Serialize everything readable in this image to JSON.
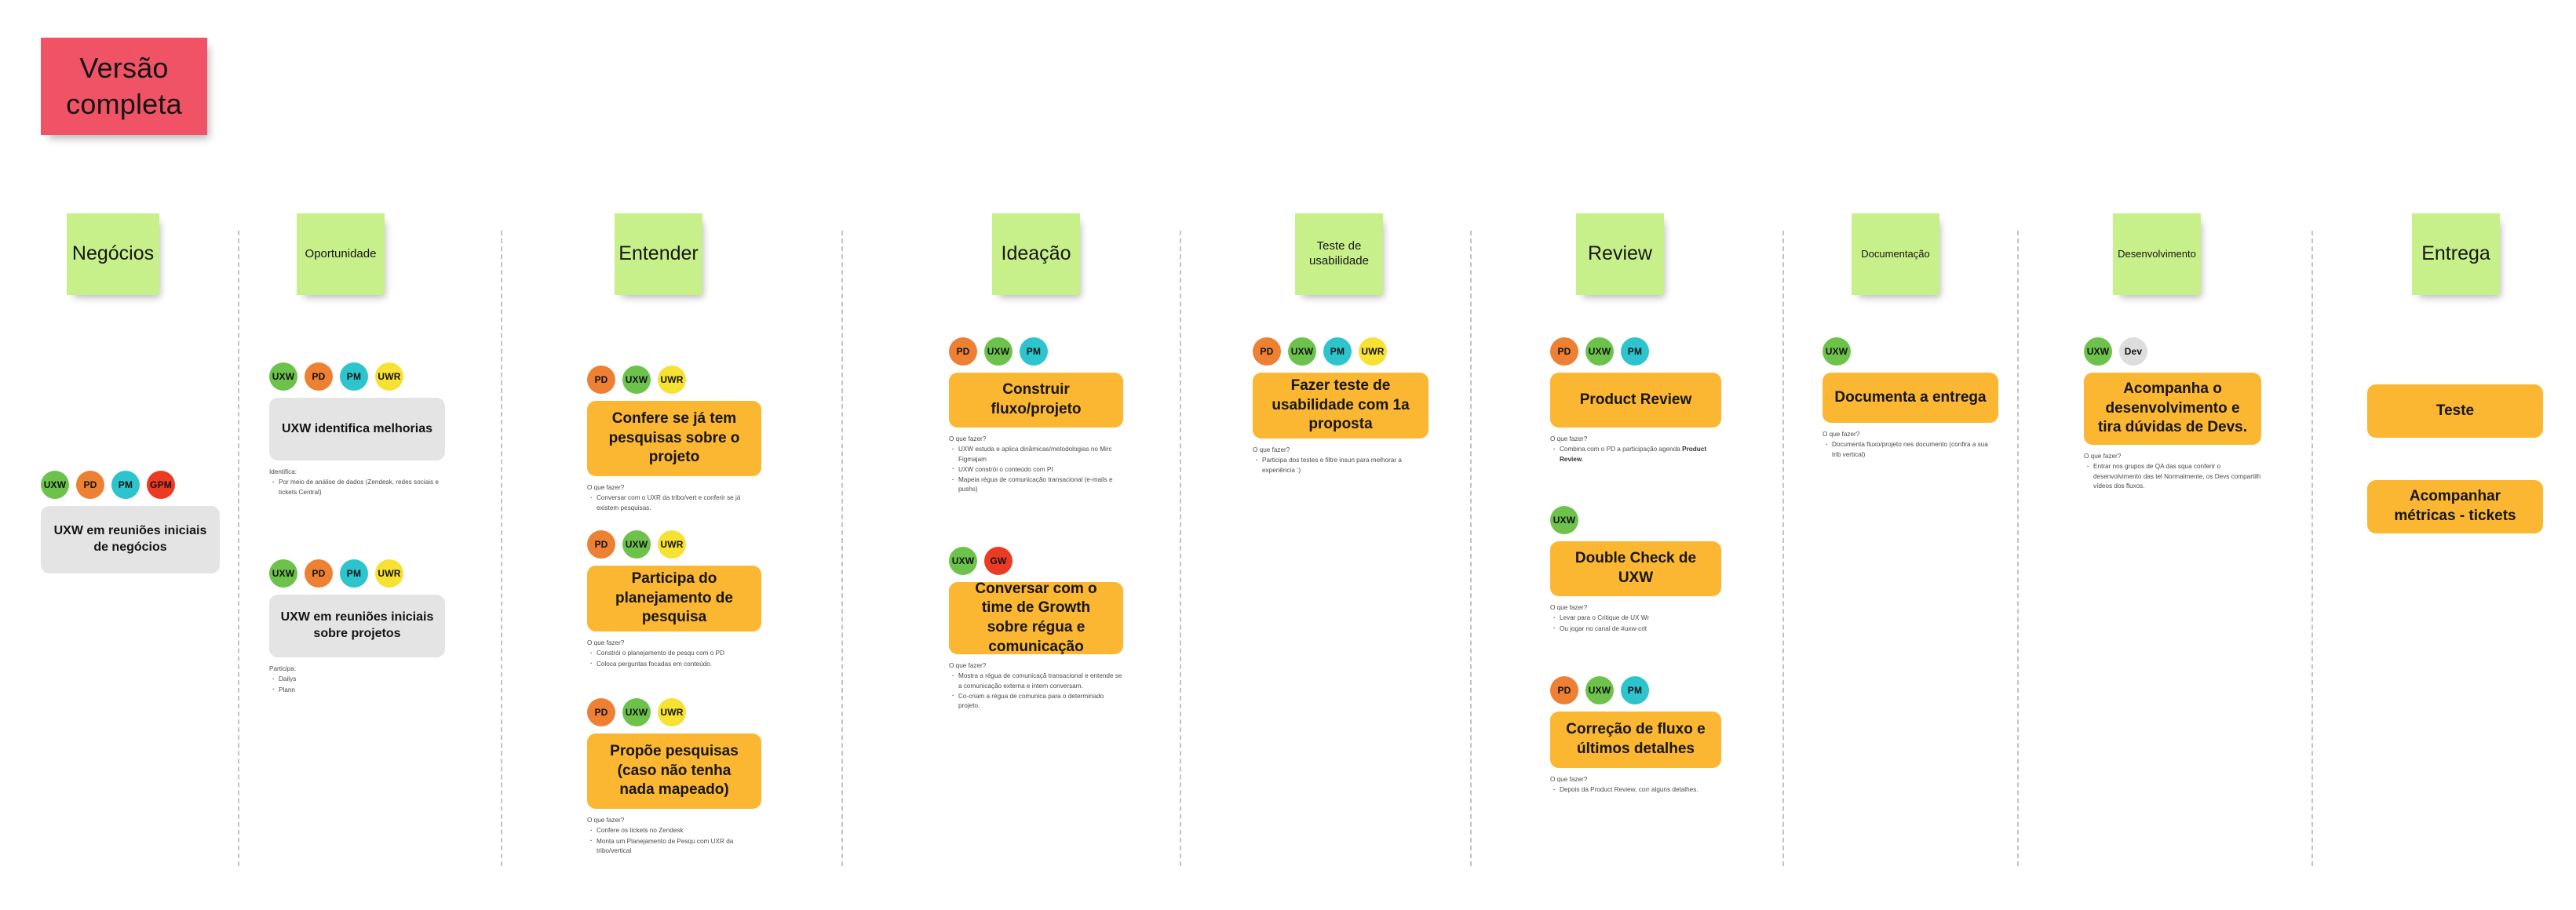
{
  "board": {
    "title_note": "Versão completa",
    "title_note_color": "#f05365",
    "header_note_color": "#c8f08a",
    "card_color": "#fbb731",
    "card_grey_color": "#e4e4e4"
  },
  "tag_colors": {
    "UXW": "#6cc24a",
    "PD": "#ed8033",
    "PM": "#2ec4cd",
    "UWR": "#f7e234",
    "GPM": "#ec3b24",
    "GW": "#ec3b24",
    "Dev": "#dddddd"
  },
  "columns": [
    {
      "id": "negocios",
      "header": "Negócios",
      "header_size": "medium",
      "blocks": [
        {
          "tags": [
            "UXW",
            "PD",
            "PM",
            "GPM"
          ],
          "card": "UXW em reuniões iniciais de negócios",
          "card_style": "grey",
          "notes": null
        }
      ]
    },
    {
      "id": "oportunidade",
      "header": "Oportunidade",
      "header_size": "small",
      "blocks": [
        {
          "tags": [
            "UXW",
            "PD",
            "PM",
            "UWR"
          ],
          "card": "UXW identifica melhorias",
          "card_style": "grey",
          "notes": {
            "title": "Identifica:",
            "items": [
              "Por meio de análise de dados (Zendesk, redes sociais e tickets Central)"
            ]
          }
        },
        {
          "tags": [
            "UXW",
            "PD",
            "PM",
            "UWR"
          ],
          "card": "UXW em reuniões iniciais sobre projetos",
          "card_style": "grey",
          "notes": {
            "title": "Participa:",
            "items": [
              "Dailys",
              "Plann"
            ]
          }
        }
      ]
    },
    {
      "id": "entender",
      "header": "Entender",
      "header_size": "medium",
      "blocks": [
        {
          "tags": [
            "PD",
            "UXW",
            "UWR"
          ],
          "card": "Confere se já tem pesquisas sobre o projeto",
          "card_style": "orange",
          "notes": {
            "title": "O que fazer?",
            "items": [
              "Conversar com o UXR da tribo/vert e conferir se já existem pesquisas."
            ]
          }
        },
        {
          "tags": [
            "PD",
            "UXW",
            "UWR"
          ],
          "card": "Participa do planejamento de pesquisa",
          "card_style": "orange",
          "notes": {
            "title": "O que fazer?",
            "items": [
              "Constrói o planejamento de pesqu com o PD",
              "Coloca perguntas focadas em conteúdo."
            ]
          }
        },
        {
          "tags": [
            "PD",
            "UXW",
            "UWR"
          ],
          "card": "Propõe pesquisas (caso não tenha nada mapeado)",
          "card_style": "orange",
          "notes": {
            "title": "O que fazer?",
            "items": [
              "Confere os tickets no Zendesk",
              "Monta um Planejamento de Pesqu com UXR da tribo/vertical"
            ]
          }
        }
      ]
    },
    {
      "id": "ideacao",
      "header": "Ideação",
      "header_size": "medium",
      "blocks": [
        {
          "tags": [
            "PD",
            "UXW",
            "PM"
          ],
          "card": "Construir fluxo/projeto",
          "card_style": "orange",
          "notes": {
            "title": "O que fazer?",
            "items": [
              "UXW estuda e aplica dinâmicas/metodologias no Mirc Figmajam",
              "UXW constrói o conteúdo com PI",
              "Mapeia régua de comunicação transacional (e-mails e pushs)"
            ]
          }
        },
        {
          "tags": [
            "UXW",
            "GW"
          ],
          "card": "Conversar com o time de Growth sobre régua e comunicação",
          "card_style": "orange",
          "notes": {
            "title": "O que fazer?",
            "items": [
              "Mostra a régua de comunicaçã transacional e entende se a comunicação externa e intern conversam.",
              "Co-criam a régua de comunica para o determinado projeto."
            ]
          }
        }
      ]
    },
    {
      "id": "teste-de-usabilidade",
      "header": "Teste de usabilidade",
      "header_size": "small",
      "blocks": [
        {
          "tags": [
            "PD",
            "UXW",
            "PM",
            "UWR"
          ],
          "card": "Fazer teste de usabilidade com 1a proposta",
          "card_style": "orange",
          "notes": {
            "title": "O que fazer?",
            "items": [
              "Participa dos testes e filtre insun para melhorar a experiência :)"
            ]
          }
        }
      ]
    },
    {
      "id": "review",
      "header": "Review",
      "header_size": "medium",
      "blocks": [
        {
          "tags": [
            "PD",
            "UXW",
            "PM"
          ],
          "card": "Product Review",
          "card_style": "orange",
          "notes": {
            "title": "O que fazer?",
            "items": [
              "Combina com o PD a participação agenda <b>Product Review</b>."
            ]
          }
        },
        {
          "tags": [
            "UXW"
          ],
          "card": "Double Check de UXW",
          "card_style": "orange",
          "notes": {
            "title": "O que fazer?",
            "items": [
              "Levar para o Critique de UX Wr",
              "Ou jogar no canal de #uxw-crit"
            ]
          }
        },
        {
          "tags": [
            "PD",
            "UXW",
            "PM"
          ],
          "card": "Correção de fluxo e últimos detalhes",
          "card_style": "orange",
          "notes": {
            "title": "O que fazer?",
            "items": [
              "Depois da Product Review, corr alguns detalhes."
            ]
          }
        }
      ]
    },
    {
      "id": "documentacao",
      "header": "Documentação",
      "header_size": "tiny",
      "blocks": [
        {
          "tags": [
            "UXW"
          ],
          "card": "Documenta a entrega",
          "card_style": "orange",
          "notes": {
            "title": "O que fazer?",
            "items": [
              "Documenta fluxo/projeto nes documento (confira a sua trib vertical)"
            ]
          }
        }
      ]
    },
    {
      "id": "desenvolvimento",
      "header": "Desenvolvimento",
      "header_size": "tiny",
      "blocks": [
        {
          "tags": [
            "UXW",
            "Dev"
          ],
          "card": "Acompanha o desenvolvimento e tira dúvidas de Devs.",
          "card_style": "orange",
          "notes": {
            "title": "O que fazer?",
            "items": [
              "Entrar nos grupos de QA das squa conferir o desenvolvimento das tel Normalmente, os Devs compartilh vídeos dos fluxos."
            ]
          }
        }
      ]
    },
    {
      "id": "entrega",
      "header": "Entrega",
      "header_size": "medium",
      "blocks": [
        {
          "tags": [],
          "card": "Teste",
          "card_style": "orange",
          "notes": null
        },
        {
          "tags": [],
          "card": "Acompanhar métricas - tickets",
          "card_style": "orange",
          "notes": null
        }
      ]
    }
  ]
}
